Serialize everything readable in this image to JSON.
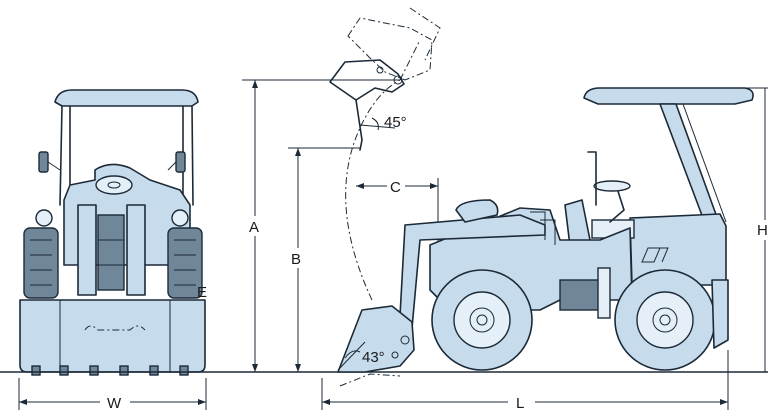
{
  "dimensions": {
    "A": "A",
    "B": "B",
    "C": "C",
    "H": "H",
    "W": "W",
    "L": "L"
  },
  "angles": {
    "dump": "45°",
    "rollback": "43°"
  },
  "marks": {
    "front_badge": "E"
  },
  "colors": {
    "body_fill": "#c6dced",
    "line_ink": "#1c2a38",
    "shadow": "#6f8799"
  }
}
